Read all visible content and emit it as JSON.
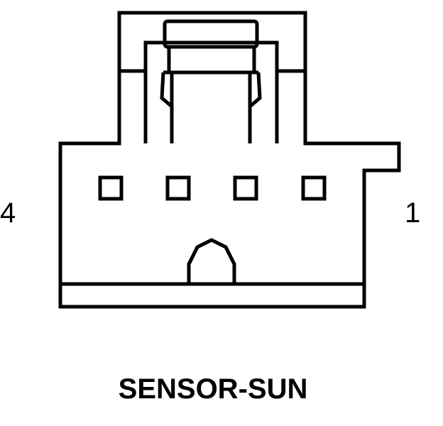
{
  "diagram": {
    "caption": "SENSOR-SUN",
    "pin_left_label": "4",
    "pin_right_label": "1",
    "pin_count": 4,
    "line_color": "#000000",
    "background_color": "#ffffff"
  }
}
